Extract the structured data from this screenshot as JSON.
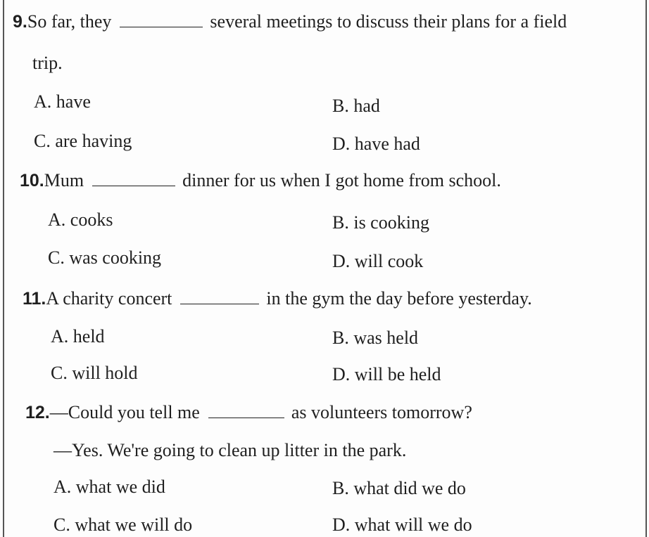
{
  "questions": [
    {
      "number": "9.",
      "stem_before": "So far, they",
      "stem_after": "several meetings to discuss their plans for a field",
      "stem_cont": "trip.",
      "options": [
        "A. have",
        "B. had",
        "C. are having",
        "D. have had"
      ]
    },
    {
      "number": "10.",
      "stem_before": "Mum",
      "stem_after": "dinner for us when I got home from school.",
      "options": [
        "A. cooks",
        "B. is cooking",
        "C. was cooking",
        "D. will cook"
      ]
    },
    {
      "number": "11.",
      "stem_before": "A charity concert",
      "stem_after": "in the gym the day before yesterday.",
      "options": [
        "A. held",
        "B. was held",
        "C. will hold",
        "D. will be held"
      ]
    },
    {
      "number": "12.",
      "stem_before": "—Could you tell me",
      "stem_after": "as volunteers tomorrow?",
      "stem_cont": "—Yes. We're going to clean up litter in the park.",
      "options": [
        "A. what we did",
        "B. what did we do",
        "C. what we will do",
        "D. what will we do"
      ]
    }
  ]
}
